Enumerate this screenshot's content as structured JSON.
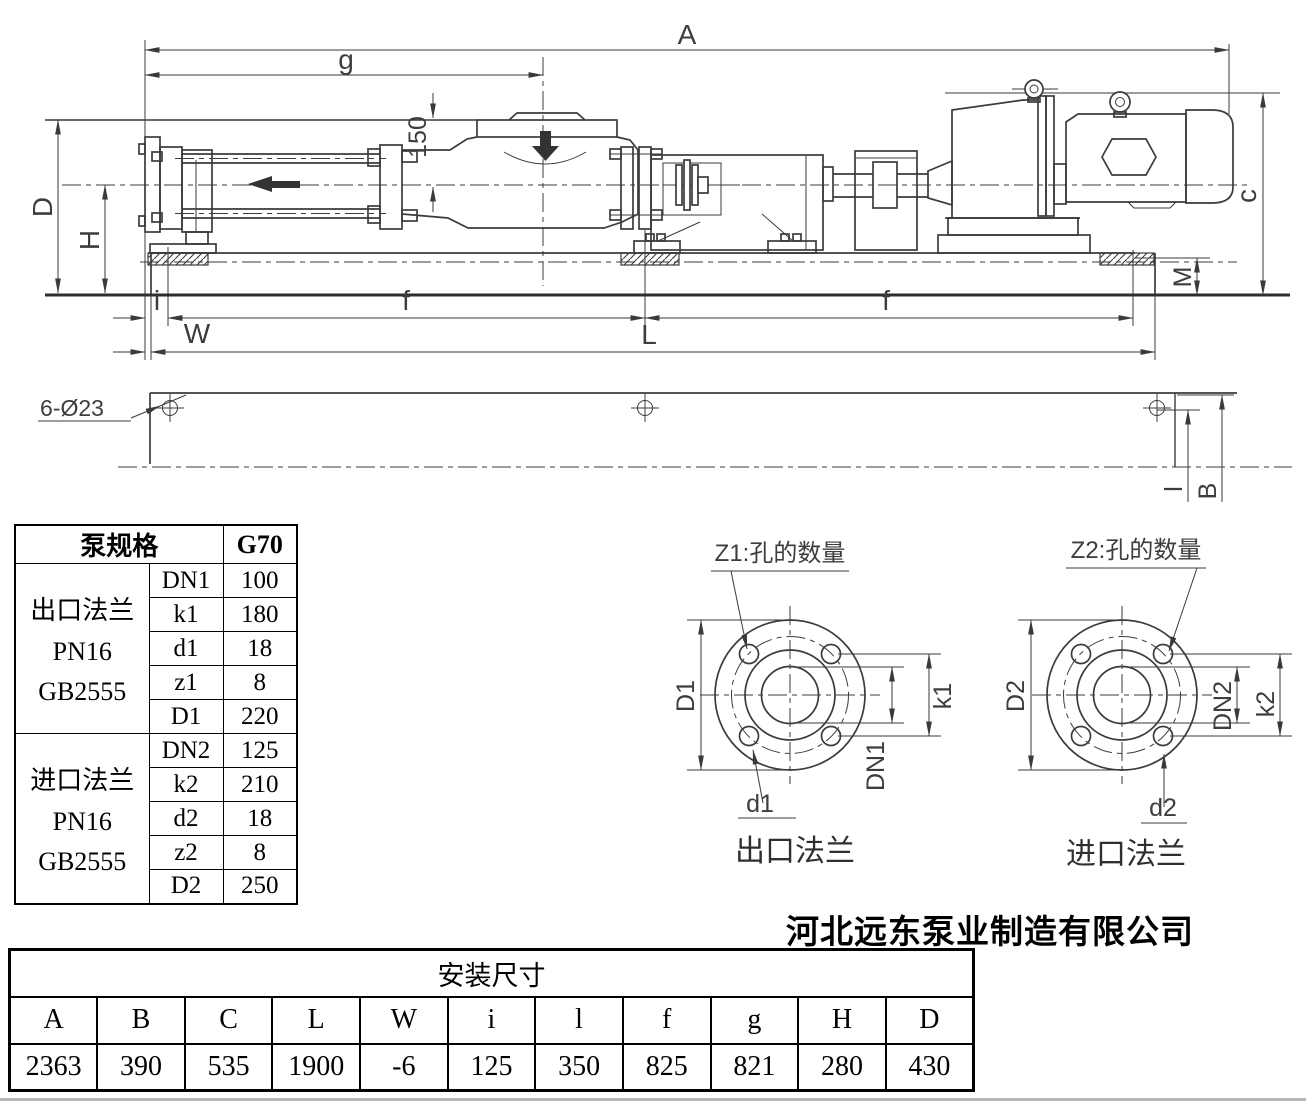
{
  "drawing": {
    "dim_labels": {
      "A": "A",
      "g": "g",
      "inlet_height": "150",
      "D": "D",
      "H": "H",
      "c": "c",
      "M": "M",
      "i": "i",
      "f": "f",
      "W": "W",
      "L": "L"
    },
    "baseplate": {
      "holes_note": "6-Ø23",
      "l": "l",
      "B": "B"
    }
  },
  "flanges": {
    "outlet": {
      "z_note": "Z1:孔的数量",
      "D": "D1",
      "k": "k1",
      "DN": "DN1",
      "d": "d1",
      "caption": "出口法兰"
    },
    "inlet": {
      "z_note": "Z2:孔的数量",
      "D": "D2",
      "k": "k2",
      "DN": "DN2",
      "d": "d2",
      "caption": "进口法兰"
    }
  },
  "spec_table": {
    "title": "泵规格",
    "model": "G70",
    "groups": [
      {
        "label_lines": [
          "出口法兰",
          "PN16",
          "GB2555"
        ],
        "rows": [
          [
            "DN1",
            "100"
          ],
          [
            "k1",
            "180"
          ],
          [
            "d1",
            "18"
          ],
          [
            "z1",
            "8"
          ],
          [
            "D1",
            "220"
          ]
        ]
      },
      {
        "label_lines": [
          "进口法兰",
          "PN16",
          "GB2555"
        ],
        "rows": [
          [
            "DN2",
            "125"
          ],
          [
            "k2",
            "210"
          ],
          [
            "d2",
            "18"
          ],
          [
            "z2",
            "8"
          ],
          [
            "D2",
            "250"
          ]
        ]
      }
    ]
  },
  "company_name": "河北远东泵业制造有限公司",
  "install_table": {
    "title": "安装尺寸",
    "headers": [
      "A",
      "B",
      "C",
      "L",
      "W",
      "i",
      "l",
      "f",
      "g",
      "H",
      "D"
    ],
    "values": [
      "2363",
      "390",
      "535",
      "1900",
      "-6",
      "125",
      "350",
      "825",
      "821",
      "280",
      "430"
    ]
  }
}
